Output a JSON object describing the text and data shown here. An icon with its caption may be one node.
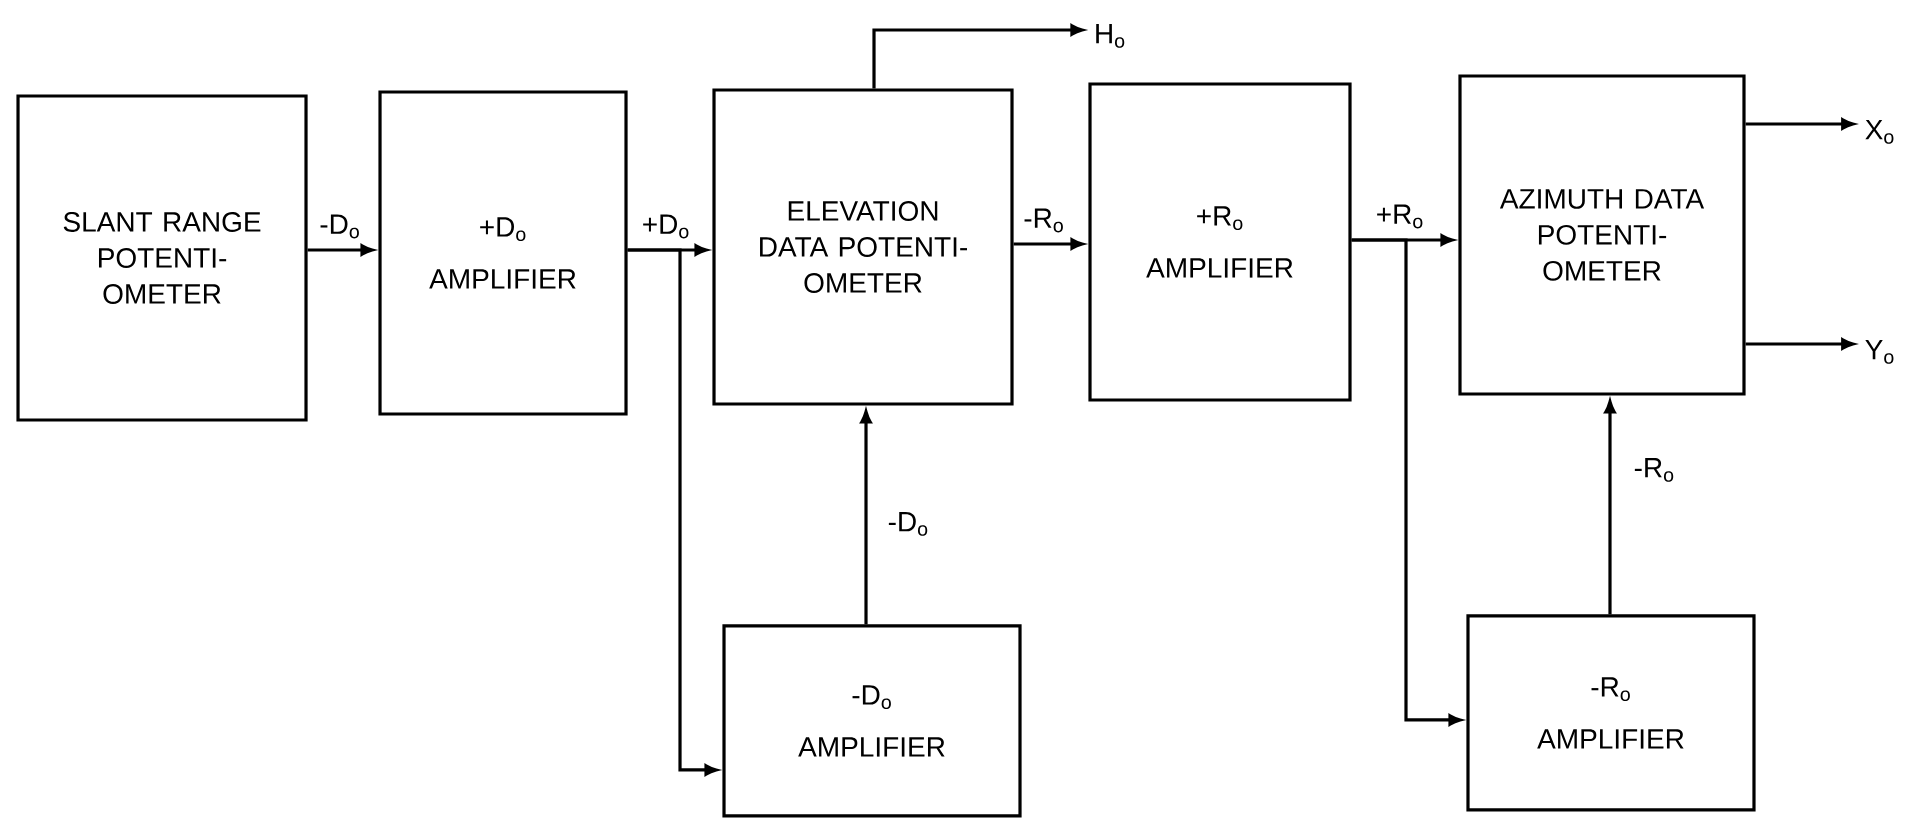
{
  "diagram": {
    "nodes": [
      {
        "text": [
          "SLANT RANGE POTENTI- OMETER"
        ]
      },
      {
        "text": [
          "+D$_{o}$",
          "AMPLIFIER"
        ]
      },
      {
        "text": [
          "ELEVATION DATA POTENTI- OMETER"
        ]
      },
      {
        "text": [
          "+R$_{o}$",
          "AMPLIFIER"
        ]
      },
      {
        "text": [
          "AZIMUTH DATA POTENTI- OMETER"
        ]
      },
      {
        "text": [
          "-D$_{o}$",
          "AMPLIFIER"
        ]
      },
      {
        "text": [
          "-R$_{o}$",
          "AMPLIFIER"
        ]
      },
      {
        "text": [
          "H$_{o}$"
        ]
      },
      {
        "text": [
          "X$_{o}$"
        ]
      },
      {
        "text": [
          "Y$_{o}$"
        ]
      }
    ],
    "edges": [
      {
        "from": 0,
        "to": 1,
        "arrow": "to",
        "label": "-D$_{o}$"
      },
      {
        "from": 1,
        "to": 2,
        "arrow": "to",
        "label": "+D$_{o}$"
      },
      {
        "from": 1,
        "to": 5,
        "arrow": "to"
      },
      {
        "from": 5,
        "to": 2,
        "arrow": "to",
        "label": "-D$_{o}$"
      },
      {
        "from": 2,
        "to": 3,
        "arrow": "to",
        "label": "-R$_{o}$"
      },
      {
        "from": 3,
        "to": 4,
        "arrow": "to",
        "label": "+R$_{o}$"
      },
      {
        "from": 3,
        "to": 6,
        "arrow": "to"
      },
      {
        "from": 6,
        "to": 4,
        "arrow": "to",
        "label": "-R$_{o}$"
      },
      {
        "from": 2,
        "to": 7,
        "arrow": "to"
      },
      {
        "from": 4,
        "to": 8,
        "arrow": "to"
      },
      {
        "from": 4,
        "to": 9,
        "arrow": "to"
      }
    ]
  }
}
